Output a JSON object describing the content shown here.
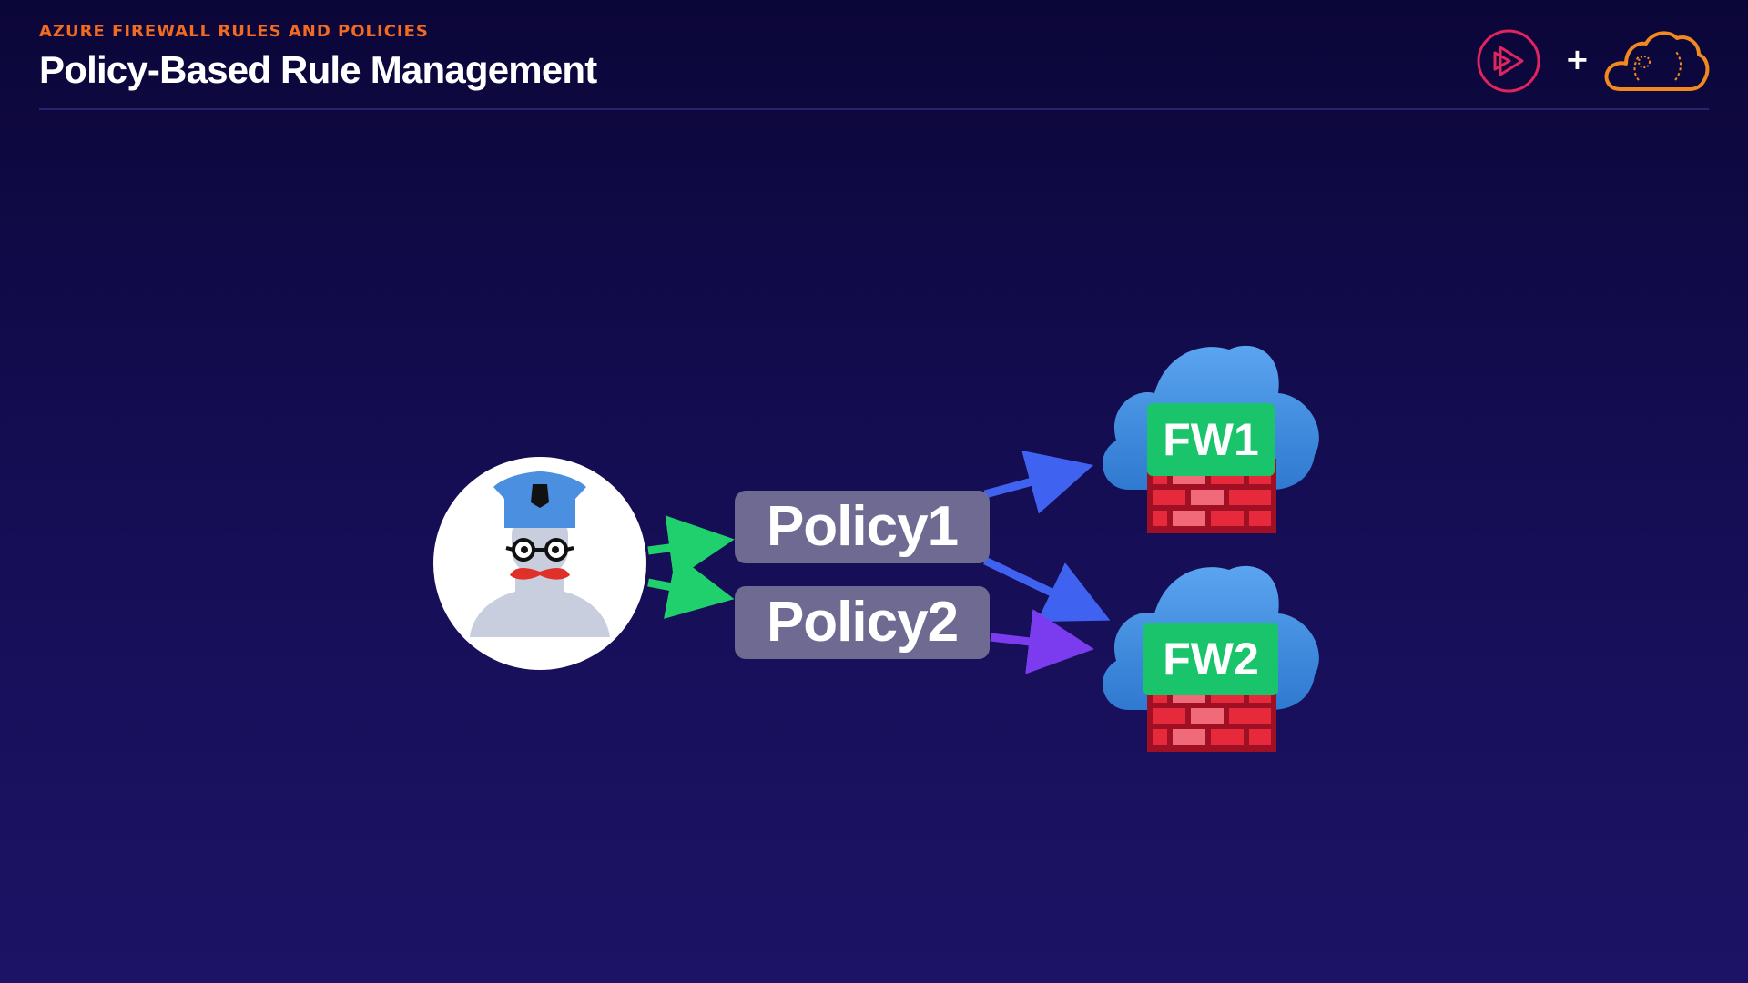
{
  "header": {
    "eyebrow": "AZURE FIREWALL RULES AND POLICIES",
    "title": "Policy-Based Rule Management"
  },
  "logos": {
    "play_logo_icon": "play-circle-icon",
    "plus": "+",
    "cloud_logo_icon": "cloud-icon"
  },
  "diagram": {
    "admin_icon": "admin-avatar-icon",
    "policies": [
      {
        "label": "Policy1"
      },
      {
        "label": "Policy2"
      }
    ],
    "firewalls": [
      {
        "label": "FW1",
        "icon": "firewall-cloud-icon"
      },
      {
        "label": "FW2",
        "icon": "firewall-cloud-icon"
      }
    ],
    "connections": [
      {
        "from": "admin",
        "to": "Policy1",
        "color": "#1fd06d"
      },
      {
        "from": "admin",
        "to": "Policy2",
        "color": "#1fd06d"
      },
      {
        "from": "Policy1",
        "to": "FW1",
        "color": "#3f63f0"
      },
      {
        "from": "Policy1",
        "to": "FW2",
        "color": "#3f63f0"
      },
      {
        "from": "Policy2",
        "to": "FW2",
        "color": "#7b3cf0"
      }
    ]
  },
  "colors": {
    "accent_orange": "#f26b21",
    "policy_box": "#6e6a92",
    "firewall_label": "#19c46a",
    "cloud_blue": "#3d8de0",
    "brick_red": "#c4162d"
  }
}
